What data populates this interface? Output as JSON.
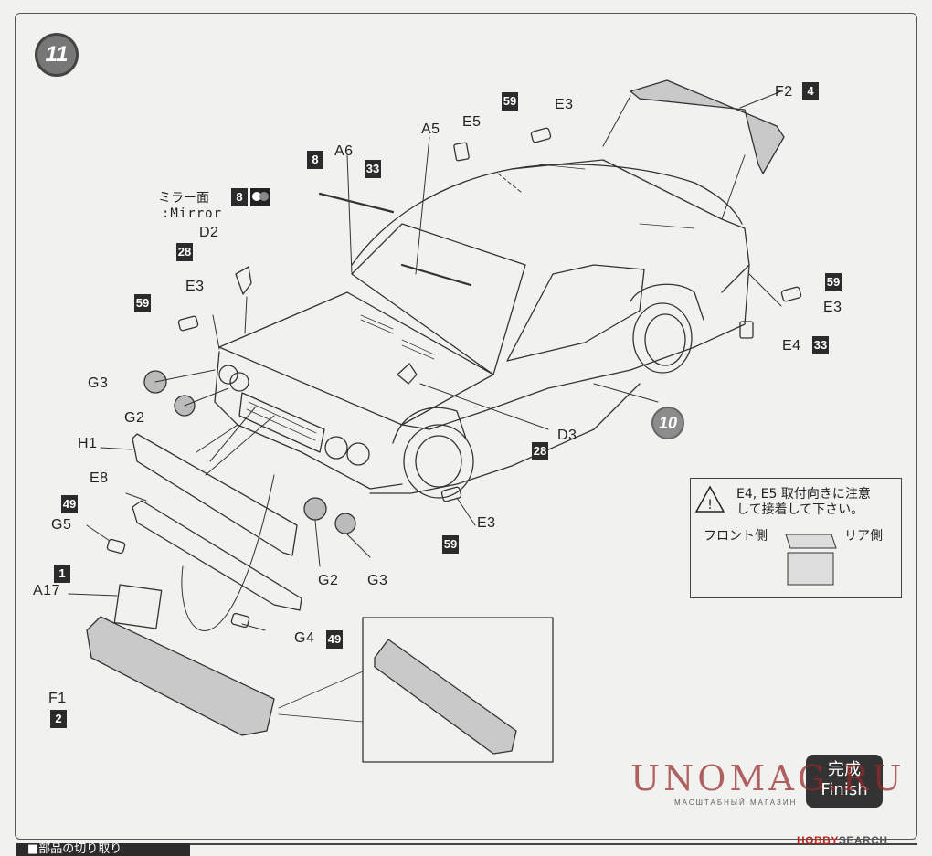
{
  "step_number": "11",
  "ref_step": "10",
  "mirror_face": {
    "jp": "ミラー面",
    "en": ":Mirror",
    "color_no": "8"
  },
  "labels": {
    "A6": "A6",
    "A5": "A5",
    "E5": "E5",
    "E3": "E3",
    "F2": "F2",
    "D2": "D2",
    "D3": "D3",
    "E4": "E4",
    "G3": "G3",
    "G2": "G2",
    "H1": "H1",
    "E8": "E8",
    "G5": "G5",
    "A17": "A17",
    "F1": "F1",
    "G4": "G4"
  },
  "color_codes": {
    "c59": "59",
    "c33": "33",
    "c8": "8",
    "c4": "4",
    "c28": "28",
    "c49": "49",
    "c1": "1",
    "c2": "2"
  },
  "notice": {
    "line1": "E4, E5 取付向きに注意",
    "line2": "して接着して下さい。",
    "front": "フロント側",
    "rear": "リア側"
  },
  "finish": {
    "jp": "完成",
    "en": "Finish"
  },
  "watermark": {
    "text": "UNOMAG.RU",
    "sub": "МАСШТАБНЫЙ МАГАЗИН"
  },
  "section_header": "■部品の切り取り",
  "source_mark": {
    "hobby": "HOBBY",
    "search": "SEARCH"
  }
}
